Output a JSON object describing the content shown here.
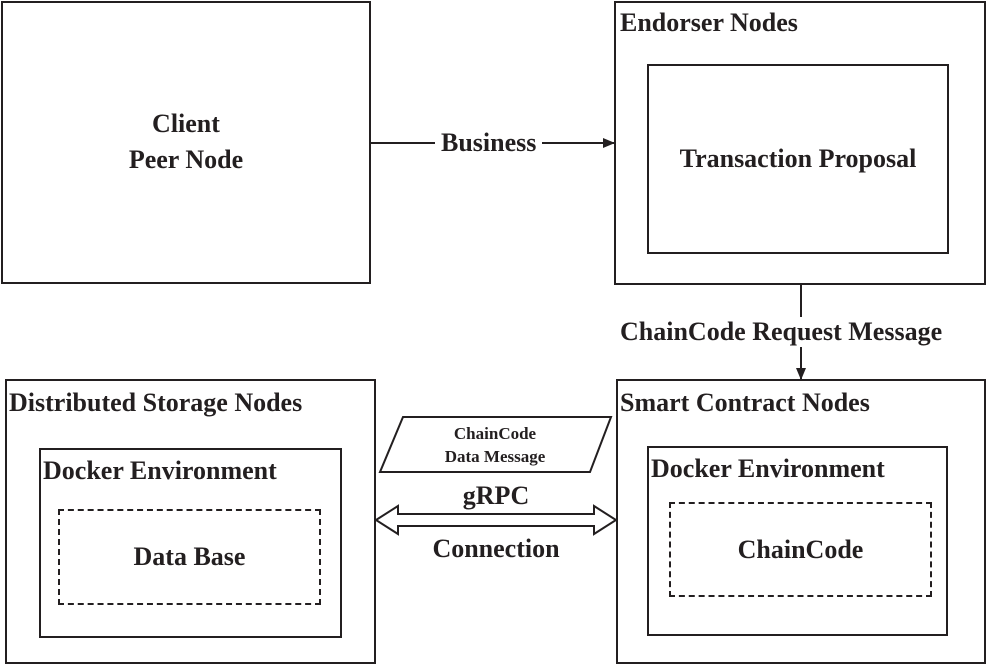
{
  "nodes": {
    "client": {
      "line1": "Client",
      "line2": "Peer Node"
    },
    "endorser": {
      "title": "Endorser Nodes",
      "inner": "Transaction Proposal"
    },
    "storage": {
      "title": "Distributed Storage Nodes",
      "env": "Docker Environment",
      "inner": "Data Base"
    },
    "smart_contract": {
      "title": "Smart Contract Nodes",
      "env": "Docker Environment",
      "inner": "ChainCode"
    }
  },
  "edges": {
    "business": "Business",
    "chaincode_request": "ChainCode Request Message",
    "grpc_top": "gRPC",
    "grpc_bottom": "Connection",
    "data_message_line1": "ChainCode",
    "data_message_line2": "Data Message"
  },
  "colors": {
    "stroke": "#231f20",
    "background": "#ffffff"
  }
}
